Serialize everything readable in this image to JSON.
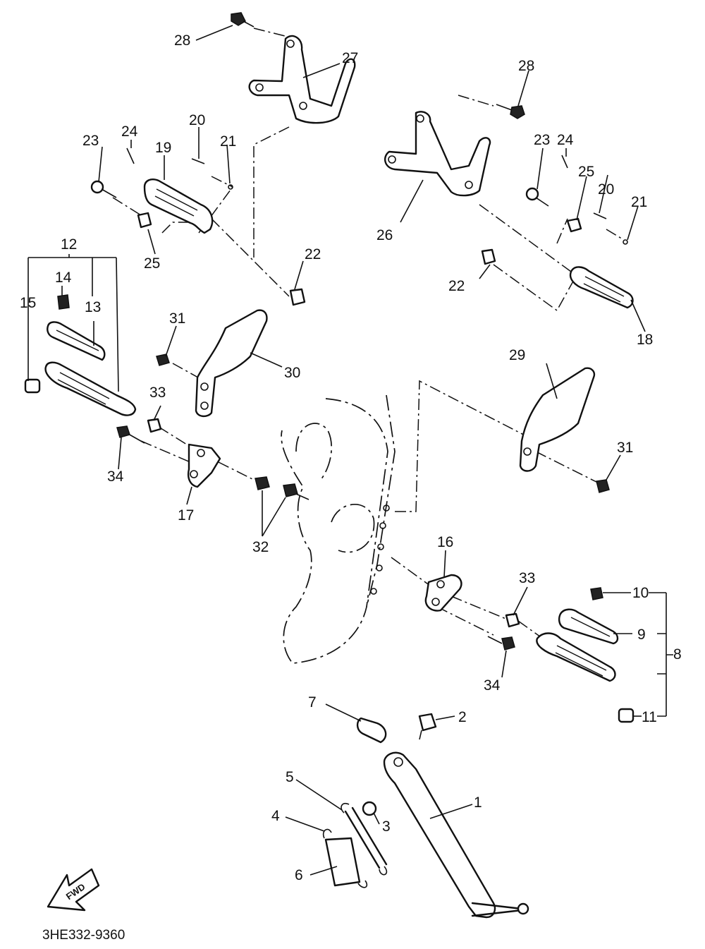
{
  "diagram": {
    "part_code": "3HE332-9360",
    "fwd_label": "FWD",
    "callouts": {
      "c1": "1",
      "c2": "2",
      "c3": "3",
      "c4": "4",
      "c5": "5",
      "c6": "6",
      "c7": "7",
      "c8": "8",
      "c9": "9",
      "c10": "10",
      "c11": "11",
      "c12": "12",
      "c13": "13",
      "c14": "14",
      "c15": "15",
      "c16": "16",
      "c17": "17",
      "c18": "18",
      "c19": "19",
      "c20a": "20",
      "c20b": "20",
      "c21a": "21",
      "c21b": "21",
      "c22a": "22",
      "c22b": "22",
      "c23a": "23",
      "c23b": "23",
      "c24a": "24",
      "c24b": "24",
      "c25a": "25",
      "c25b": "25",
      "c26": "26",
      "c27": "27",
      "c28a": "28",
      "c28b": "28",
      "c29": "29",
      "c30": "30",
      "c31a": "31",
      "c31b": "31",
      "c32": "32",
      "c33a": "33",
      "c33b": "33",
      "c34a": "34",
      "c34b": "34"
    }
  }
}
